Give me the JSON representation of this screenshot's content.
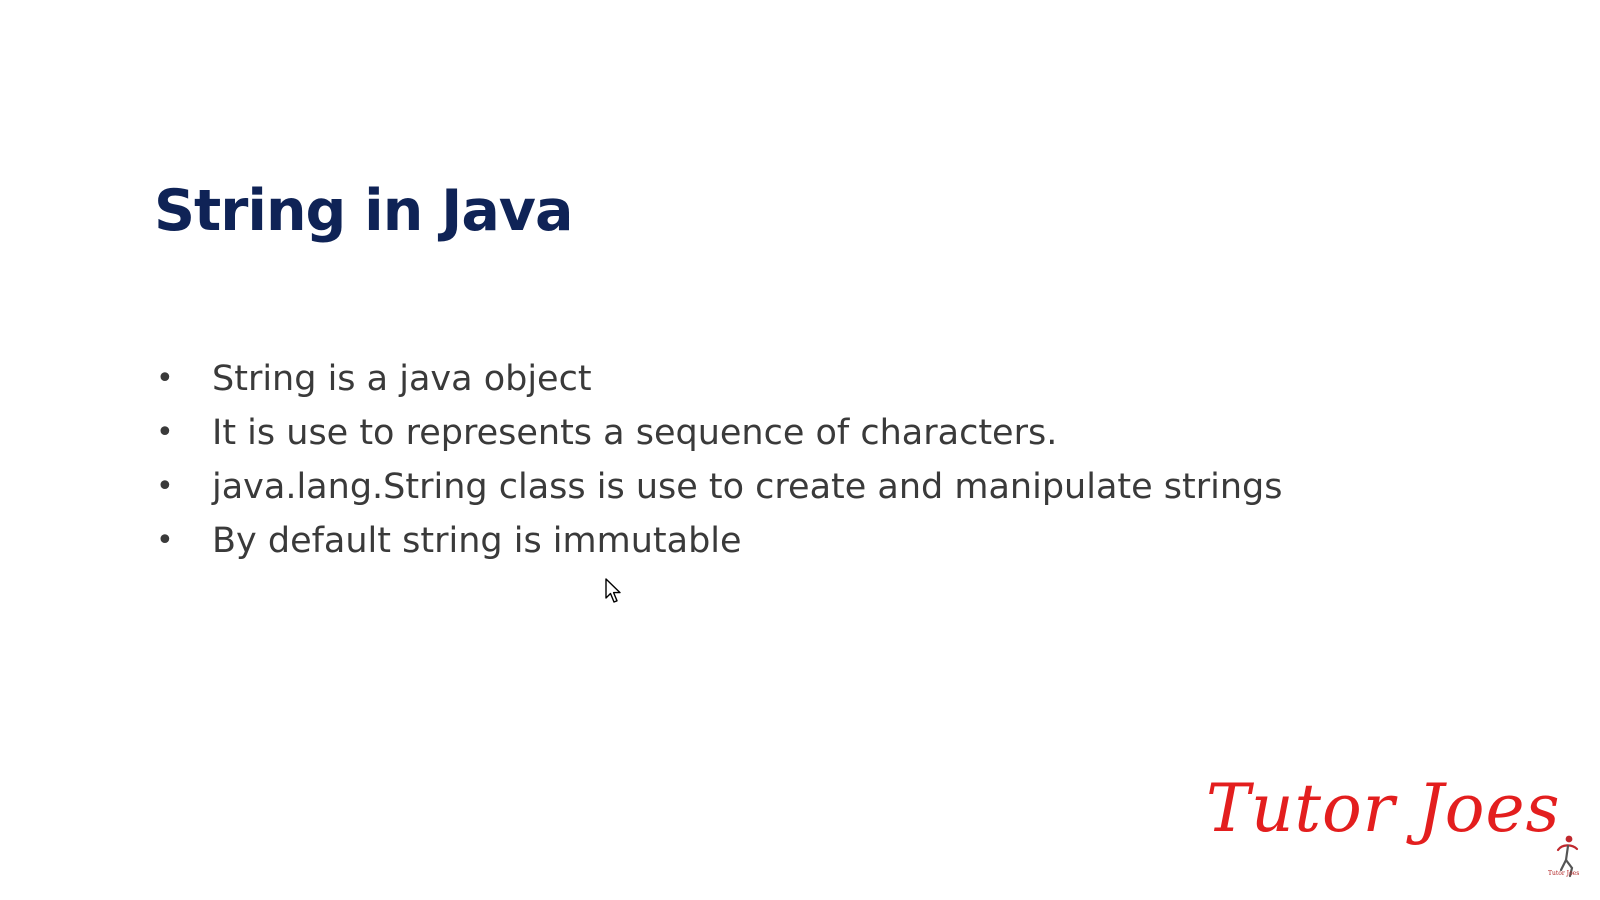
{
  "slide": {
    "title": "String in Java",
    "bullets": [
      "String is a java object",
      "It is use to represents a sequence of characters.",
      "java.lang.String class is use to create and manipulate strings",
      "By default string is immutable"
    ],
    "bullet_glyph": "•"
  },
  "branding": {
    "logo_text": "Tutor Joes",
    "mini_logo_text": "Tutor Joes"
  },
  "colors": {
    "title": "#0f2356",
    "body_text": "#3a3a3a",
    "brand_red": "#e31e1e"
  }
}
